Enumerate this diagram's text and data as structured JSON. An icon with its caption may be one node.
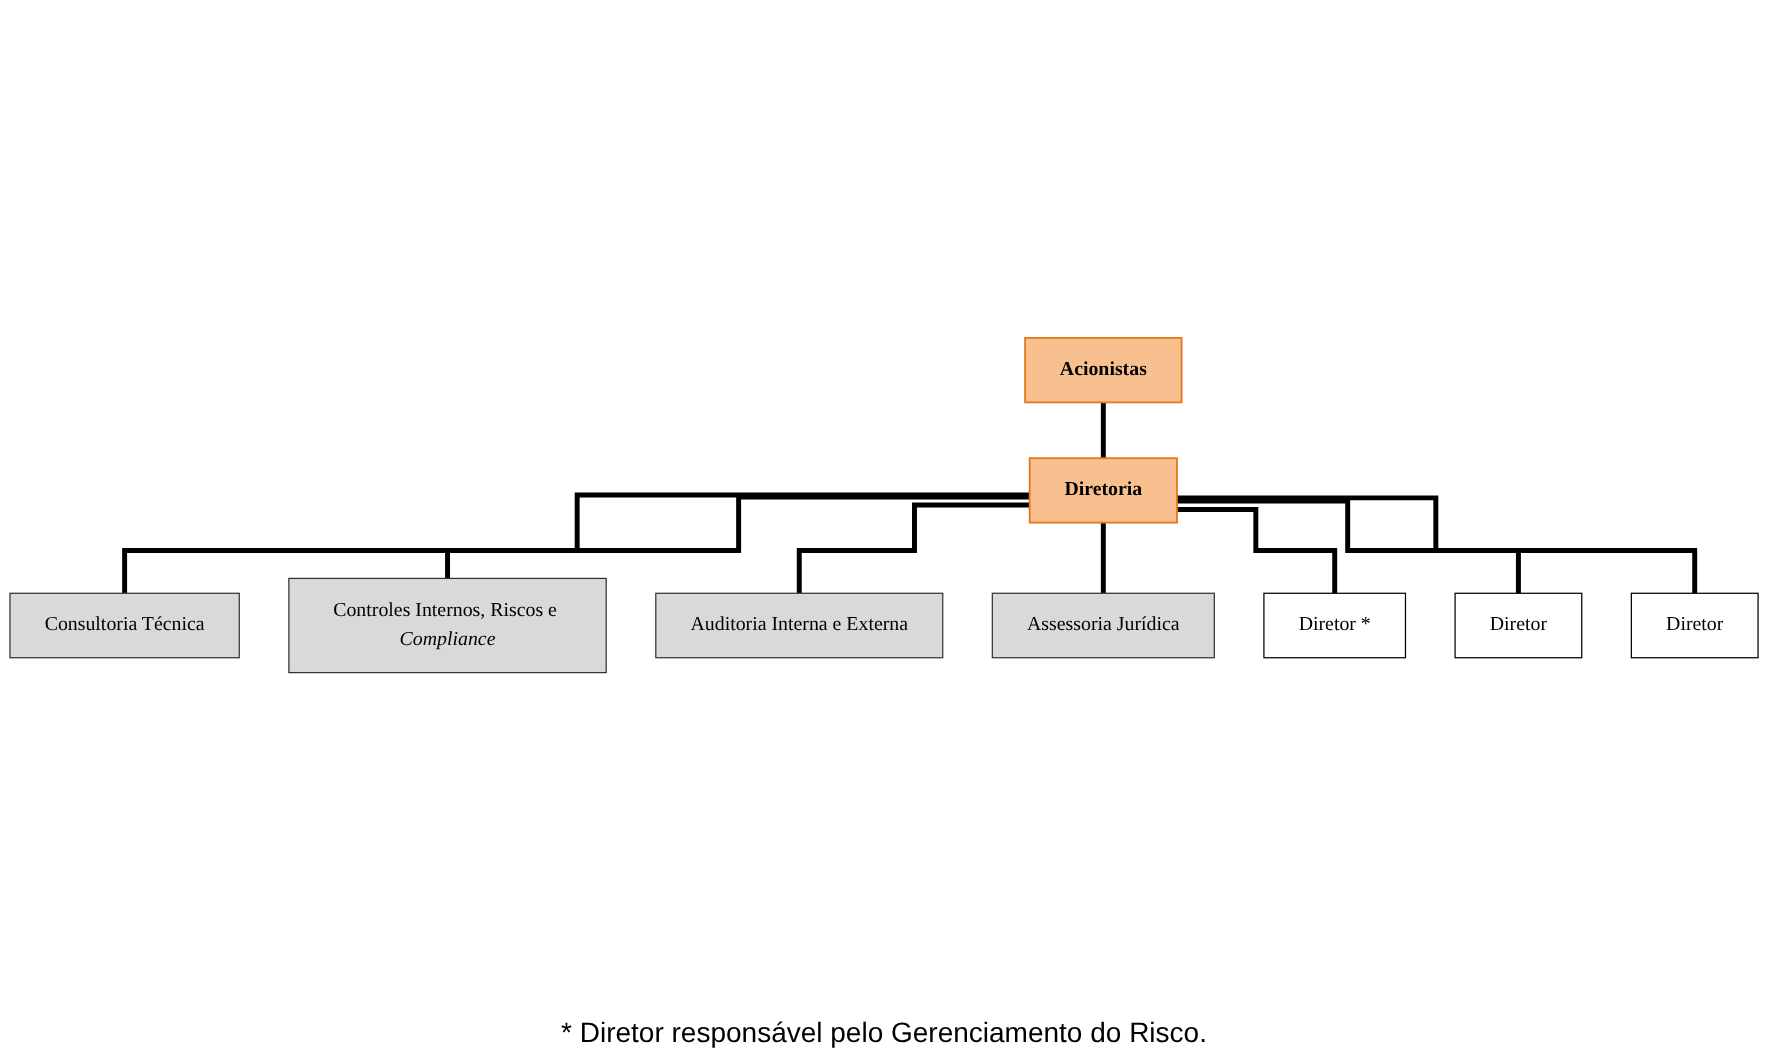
{
  "diagram": {
    "caption": "* Diretor responsável pelo Gerenciamento do Risco.",
    "nodes": [
      {
        "text": [
          "Acionistas"
        ]
      },
      {
        "text": [
          "Diretoria"
        ]
      },
      {
        "text": [
          "Consultoria Técnica"
        ]
      },
      {
        "text": [
          "Controles Internos, Riscos e *Compliance*"
        ]
      },
      {
        "text": [
          "Auditoria Interna e Externa"
        ]
      },
      {
        "text": [
          "Assessoria Jurídica"
        ]
      },
      {
        "text": [
          "Diretor *"
        ]
      },
      {
        "text": [
          "Diretor"
        ]
      },
      {
        "text": [
          "Diretor"
        ]
      }
    ],
    "edges": [
      {
        "from": 0,
        "to": 1,
        "arrow": "none"
      },
      {
        "from": 1,
        "to": 2,
        "arrow": "none"
      },
      {
        "from": 1,
        "to": 3,
        "arrow": "none"
      },
      {
        "from": 1,
        "to": 4,
        "arrow": "none"
      },
      {
        "from": 1,
        "to": 5,
        "arrow": "none"
      },
      {
        "from": 1,
        "to": 6,
        "arrow": "none"
      },
      {
        "from": 1,
        "to": 7,
        "arrow": "none"
      },
      {
        "from": 1,
        "to": 8,
        "arrow": "none"
      }
    ]
  }
}
